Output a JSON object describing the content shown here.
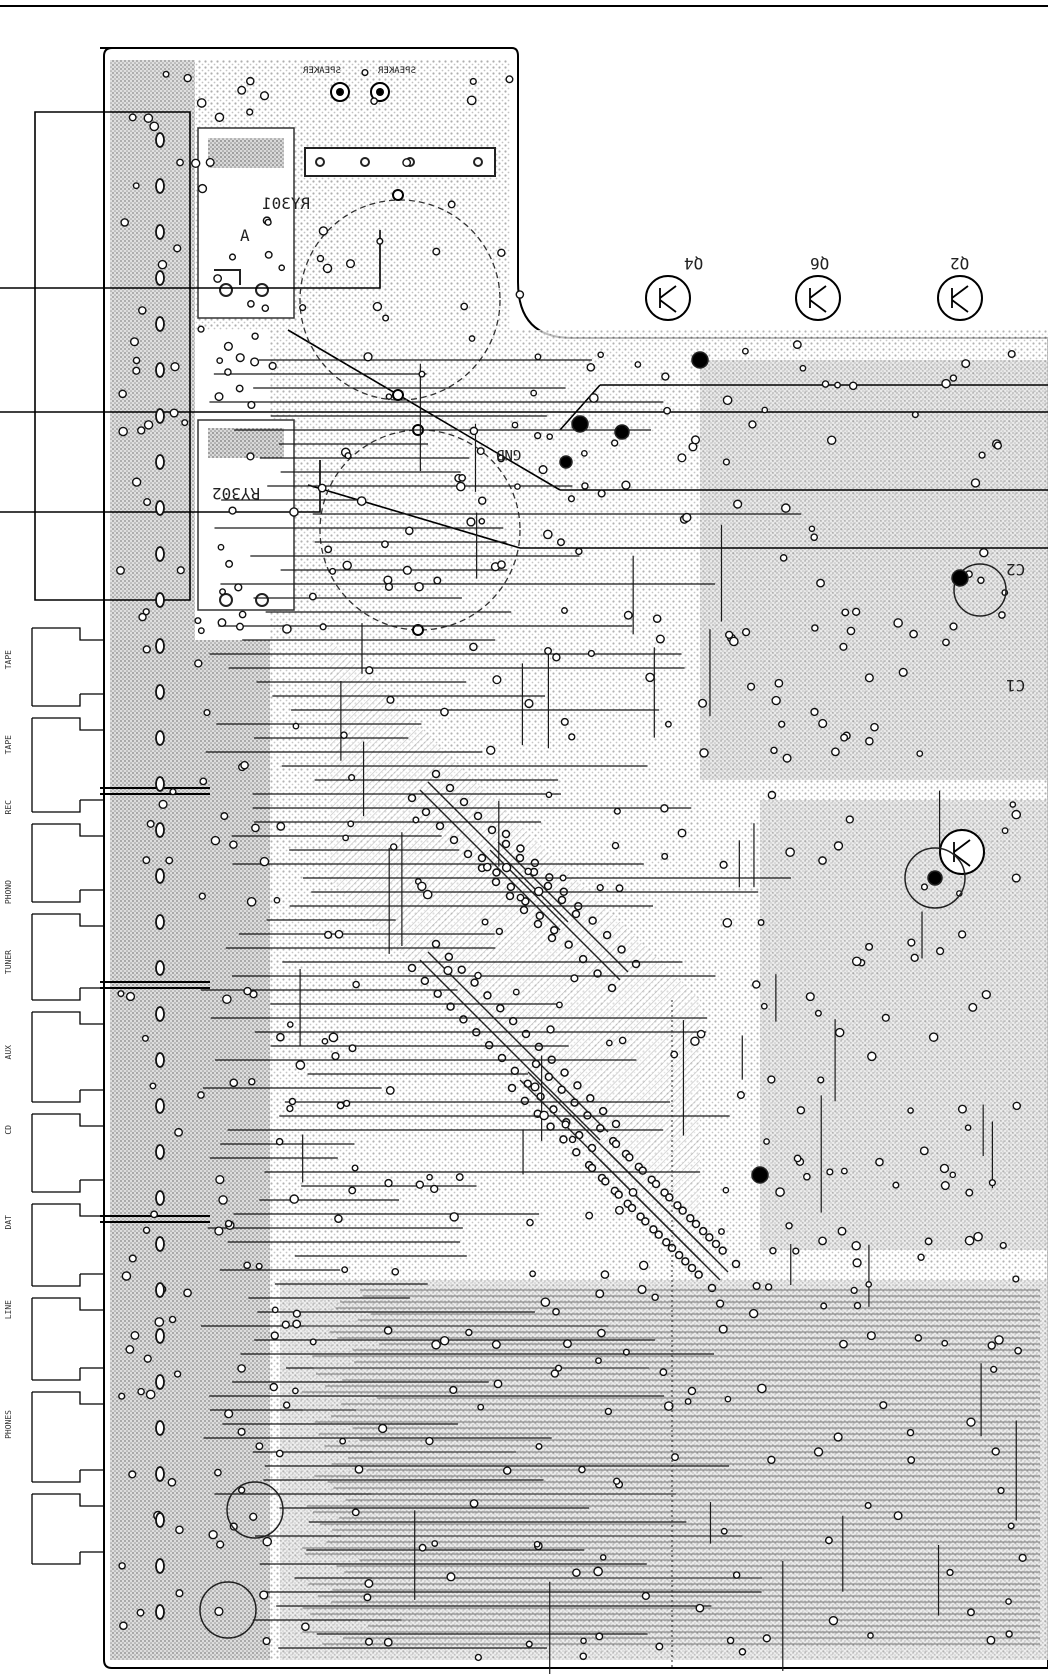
{
  "board": {
    "relay_top_ref": "RY301",
    "relay_top_sub": "A",
    "relay_bottom_ref": "RY302",
    "gnd_label": "GND",
    "connector_label_left": "SPEAKER",
    "connector_label_right": "SPEAKER",
    "transistors": [
      {
        "label": "Q4"
      },
      {
        "label": "Q6"
      },
      {
        "label": "Q2"
      }
    ],
    "cap_labels": [
      "C2",
      "C1"
    ],
    "side_jack_labels": [
      "TAPE",
      "TAPE",
      "REC",
      "PHONO",
      "TUNER",
      "AUX",
      "CD",
      "DAT",
      "LINE",
      "PHONES"
    ]
  },
  "colors": {
    "background": "#ffffff",
    "copper": "#c8c8c8",
    "trace": "#1a1a1a",
    "outline": "#000000"
  }
}
